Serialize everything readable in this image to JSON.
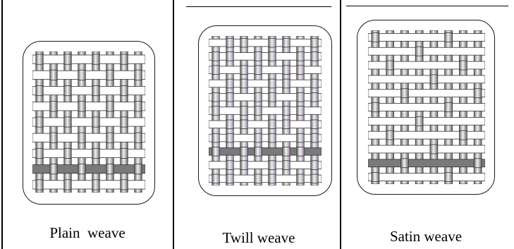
{
  "figure": {
    "panels": [
      {
        "id": "plain",
        "caption": "Plain  weave",
        "pattern": "plain",
        "warp_count": 8,
        "weft_count": 9
      },
      {
        "id": "twill",
        "caption": "Twill weave",
        "pattern": "twill",
        "warp_count": 8,
        "weft_count": 11
      },
      {
        "id": "satin",
        "caption": "Satin weave",
        "pattern": "satin",
        "warp_count": 8,
        "weft_count": 11
      }
    ],
    "colors": {
      "border": "#000000",
      "warp_dark": "#6e6e6e",
      "warp_light": "#f2f2f2",
      "weft": "#ffffff",
      "weft_highlight": "#7a7a7a",
      "twill_warp_tint": "#9a8aa8"
    }
  }
}
